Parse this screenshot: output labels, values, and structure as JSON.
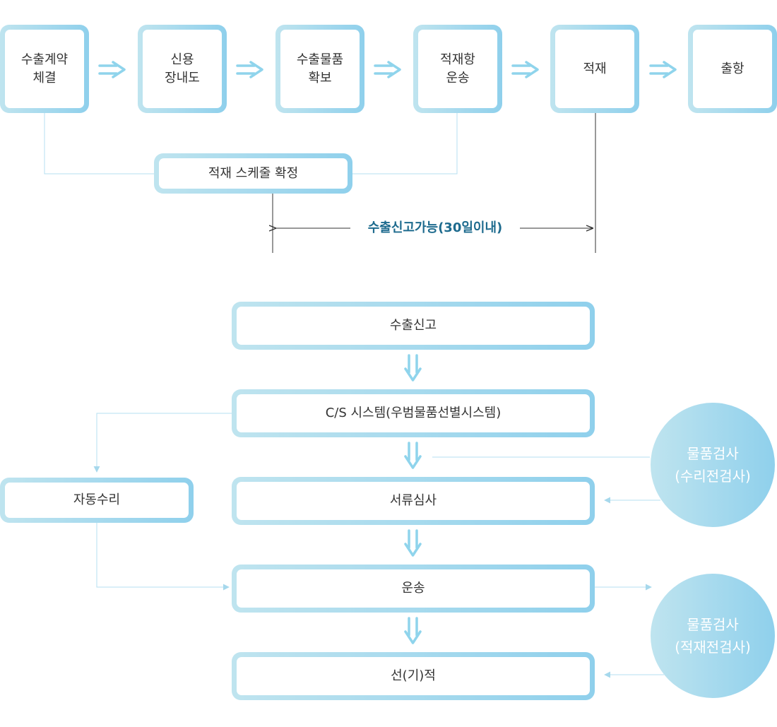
{
  "colors": {
    "box_gradient_start": "#bfe4ef",
    "box_gradient_end": "#8fd0ec",
    "arrow": "#8fd4ec",
    "connector": "#b5dff0",
    "bracket_line": "#333333",
    "caption_text": "#1e6b8e"
  },
  "top_flow": {
    "steps": [
      {
        "label": "수출계약\n체결"
      },
      {
        "label": "신용\n장내도"
      },
      {
        "label": "수출물품\n확보"
      },
      {
        "label": "적재항\n운송"
      },
      {
        "label": "적재"
      },
      {
        "label": "출항"
      }
    ],
    "schedule_label": "적재 스케줄 확정",
    "window_label": "수출신고가능(30일이내)"
  },
  "bottom_flow": {
    "main_steps": [
      {
        "label": "수출신고"
      },
      {
        "label": "C/S 시스템(우범물품선별시스템)"
      },
      {
        "label": "서류심사"
      },
      {
        "label": "운송"
      },
      {
        "label": "선(기)적"
      }
    ],
    "side_box": {
      "label": "자동수리"
    },
    "inspections": [
      {
        "label": "물품검사\n(수리전검사)"
      },
      {
        "label": "물품검사\n(적재전검사)"
      }
    ]
  }
}
